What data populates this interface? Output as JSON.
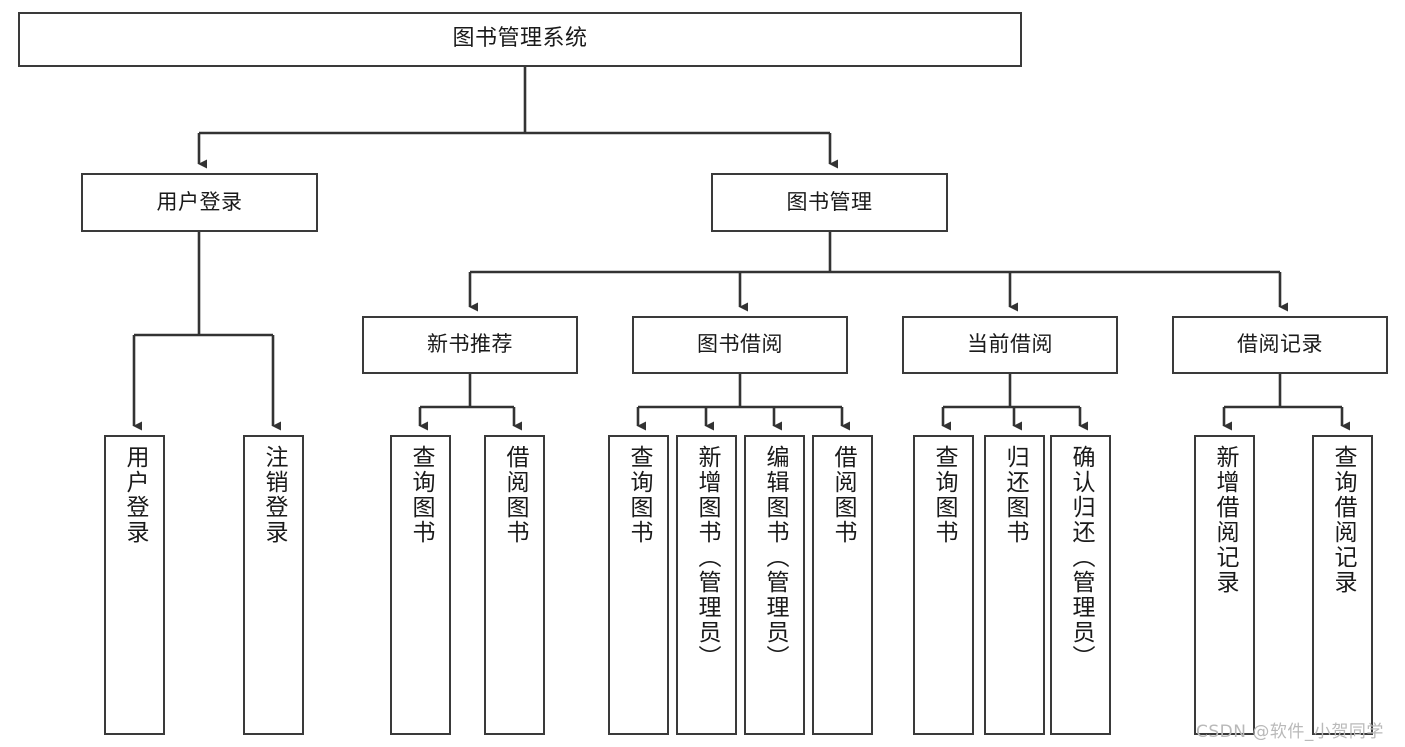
{
  "diagram": {
    "title": "图书管理系统",
    "type": "tree-hierarchy-chart",
    "colors": {
      "box_border": "#3a3a3a",
      "box_fill": "#ffffff",
      "connector": "#333333",
      "text": "#1a1a1a",
      "watermark": "#b9b9b9",
      "background": "#ffffff"
    },
    "root": {
      "label": "图书管理系统"
    },
    "level2": [
      {
        "label": "用户登录"
      },
      {
        "label": "图书管理"
      }
    ],
    "level3": [
      {
        "label": "新书推荐"
      },
      {
        "label": "图书借阅"
      },
      {
        "label": "当前借阅"
      },
      {
        "label": "借阅记录"
      }
    ],
    "leaves": {
      "user_login": [
        {
          "label": "用户登录"
        },
        {
          "label": "注销登录"
        }
      ],
      "new_book_recommend": [
        {
          "label": "查询图书"
        },
        {
          "label": "借阅图书"
        }
      ],
      "book_borrow": [
        {
          "label": "查询图书"
        },
        {
          "label": "新增图书（管理员）"
        },
        {
          "label": "编辑图书（管理员）"
        },
        {
          "label": "借阅图书"
        }
      ],
      "current_borrow": [
        {
          "label": "查询图书"
        },
        {
          "label": "归还图书"
        },
        {
          "label": "确认归还（管理员）"
        }
      ],
      "borrow_record": [
        {
          "label": "新增借阅记录"
        },
        {
          "label": "查询借阅记录"
        }
      ]
    }
  },
  "watermark": {
    "text": "CSDN @软件_小贺同学"
  }
}
